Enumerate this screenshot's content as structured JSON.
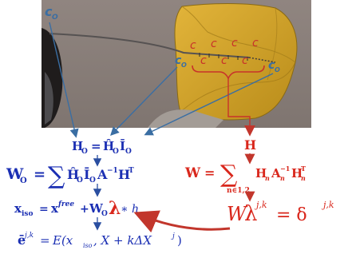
{
  "render_labels": {
    "c_left": "c",
    "c_left_sub": "O",
    "c_mid": "c",
    "c_mid_sub": "O",
    "c_right": "c",
    "c_right_sub": "O",
    "c_red": "c"
  },
  "equations": {
    "h_o_lhs": "H",
    "h_o_sub": "O",
    "w_o_lhs": "W",
    "w_o_sub": "O",
    "x_iso": "x",
    "x_iso_sub": "iso",
    "x_free_sup": "free",
    "lambda": "λ",
    "times_h": "∗ h",
    "e_bar": "ē",
    "e_sup": "j,k",
    "e_rhs": "E(x",
    "e_rhs_rest": ", X + kΔX",
    "e_rhs_sup": "j",
    "e_rhs_end": ")",
    "h_red": "H",
    "w_red": "W",
    "sum_sub": "n∈1,2",
    "w_lambda": "W",
    "w_lambda_sup": "j,k",
    "delta": "= δ",
    "delta_sup": "j,k"
  },
  "colors": {
    "blue": "#1b2fb3",
    "red": "#d9271c",
    "arrow_blue": "#3a6ea3",
    "background_render": "#8a7f79",
    "mesh_yellow": "#d8a626"
  }
}
